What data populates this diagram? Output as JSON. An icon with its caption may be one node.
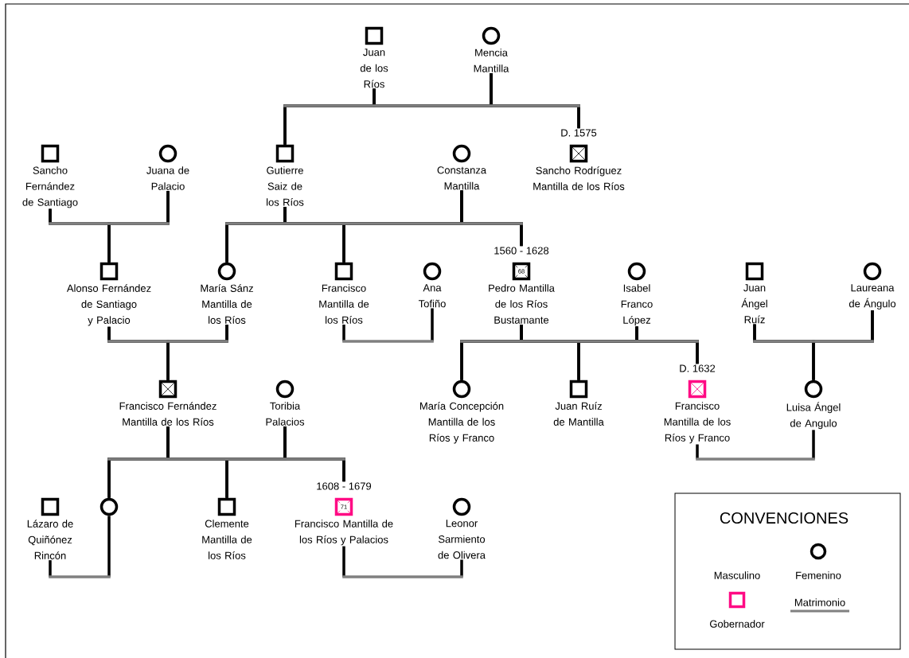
{
  "diagram": {
    "nodes": [
      {
        "text": [
          "Juan de los Ríos"
        ]
      },
      {
        "text": [
          "Mencia Mantilla"
        ]
      },
      {
        "text": [
          "Sancho Fernández de Santiago"
        ]
      },
      {
        "text": [
          "Juana de Palacio"
        ]
      },
      {
        "text": [
          "Gutierre Saiz de los Ríos"
        ]
      },
      {
        "text": [
          "Constanza Mantilla"
        ]
      },
      {
        "text": [
          "Sancho Rodríguez Mantilla de los Ríos"
        ],
        "beside": [
          "D. 1575"
        ]
      },
      {
        "text": [
          "Alonso Fernández de Santiago y Palacio"
        ]
      },
      {
        "text": [
          "María Sánz Mantilla de los Ríos"
        ]
      },
      {
        "text": [
          "Francisco Mantilla de los Ríos"
        ]
      },
      {
        "text": [
          "Ana Tofiño"
        ]
      },
      {
        "text": [
          "68",
          "Pedro Mantilla de los Ríos Bustamante"
        ],
        "beside": [
          "1560 - 1628"
        ]
      },
      {
        "text": [
          "Isabel Franco López"
        ]
      },
      {
        "text": [
          "Juan Ángel Ruíz"
        ]
      },
      {
        "text": [
          "Laureana de Ángulo"
        ]
      },
      {
        "text": [
          "Francisco Fernández Mantilla de los Ríos"
        ]
      },
      {
        "text": [
          "Toribia Palacios"
        ]
      },
      {
        "text": [
          "María Concepción Mantilla de los Ríos y Franco"
        ]
      },
      {
        "text": [
          "Juan Ruíz de Mantilla"
        ]
      },
      {
        "text": [
          "Francisco Mantilla de los Ríos y Franco"
        ],
        "beside": [
          "D. 1632"
        ]
      },
      {
        "text": [
          "Luisa Ángel de Angulo"
        ]
      },
      {
        "text": [
          "Lázaro de Quiñónez Rincón"
        ]
      },
      {
        "text": [],
        "shape": "circle"
      },
      {
        "text": [
          "Clemente Mantilla de los Ríos"
        ]
      },
      {
        "text": [
          "71",
          "Francisco Mantilla de los Ríos y Palacios"
        ],
        "beside": [
          "1608 - 1679"
        ]
      },
      {
        "text": [
          "Leonor Sarmiento de Olivera"
        ]
      }
    ],
    "edges": [
      {
        "from": 0,
        "to": 1,
        "arrow": "none",
        "color": "#808080"
      },
      {
        "from": 2,
        "to": 3,
        "arrow": "none",
        "color": "#808080"
      },
      {
        "from": 4,
        "to": 5,
        "arrow": "none",
        "color": "#808080"
      },
      {
        "from": 7,
        "to": 8,
        "arrow": "none",
        "color": "#808080"
      },
      {
        "from": 9,
        "to": 10,
        "arrow": "none",
        "color": "#808080"
      },
      {
        "from": 11,
        "to": 12,
        "arrow": "none",
        "color": "#808080"
      },
      {
        "from": 13,
        "to": 14,
        "arrow": "none",
        "color": "#808080"
      },
      {
        "from": 15,
        "to": 16,
        "arrow": "none",
        "color": "#808080"
      },
      {
        "from": 19,
        "to": 20,
        "arrow": "none",
        "color": "#808080"
      },
      {
        "from": 21,
        "to": 22,
        "arrow": "none",
        "color": "#808080"
      },
      {
        "from": 24,
        "to": 25,
        "arrow": "none",
        "color": "#808080"
      },
      {
        "from": 0,
        "to": 4,
        "arrow": "none"
      },
      {
        "from": 1,
        "to": 4,
        "arrow": "none"
      },
      {
        "from": 0,
        "to": 6,
        "arrow": "none"
      },
      {
        "from": 1,
        "to": 6,
        "arrow": "none"
      },
      {
        "from": 2,
        "to": 7,
        "arrow": "none"
      },
      {
        "from": 3,
        "to": 7,
        "arrow": "none"
      },
      {
        "from": 4,
        "to": 8,
        "arrow": "none"
      },
      {
        "from": 5,
        "to": 8,
        "arrow": "none"
      },
      {
        "from": 4,
        "to": 9,
        "arrow": "none"
      },
      {
        "from": 5,
        "to": 9,
        "arrow": "none"
      },
      {
        "from": 4,
        "to": 11,
        "arrow": "none"
      },
      {
        "from": 5,
        "to": 11,
        "arrow": "none"
      },
      {
        "from": 7,
        "to": 15,
        "arrow": "none"
      },
      {
        "from": 8,
        "to": 15,
        "arrow": "none"
      },
      {
        "from": 11,
        "to": 17,
        "arrow": "none"
      },
      {
        "from": 12,
        "to": 17,
        "arrow": "none"
      },
      {
        "from": 11,
        "to": 18,
        "arrow": "none"
      },
      {
        "from": 12,
        "to": 18,
        "arrow": "none"
      },
      {
        "from": 11,
        "to": 19,
        "arrow": "none"
      },
      {
        "from": 12,
        "to": 19,
        "arrow": "none"
      },
      {
        "from": 13,
        "to": 20,
        "arrow": "none"
      },
      {
        "from": 14,
        "to": 20,
        "arrow": "none"
      },
      {
        "from": 15,
        "to": 22,
        "arrow": "none"
      },
      {
        "from": 16,
        "to": 22,
        "arrow": "none"
      },
      {
        "from": 15,
        "to": 23,
        "arrow": "none"
      },
      {
        "from": 16,
        "to": 23,
        "arrow": "none"
      },
      {
        "from": 15,
        "to": 24,
        "arrow": "none"
      },
      {
        "from": 16,
        "to": 24,
        "arrow": "none"
      }
    ],
    "labels": [
      "CONVENCIONES"
    ],
    "legend": [
      {
        "text": "Masculino"
      },
      {
        "text": "Femenino"
      },
      {
        "text": "Gobernador"
      },
      {
        "text": "Matrimonio"
      }
    ]
  }
}
